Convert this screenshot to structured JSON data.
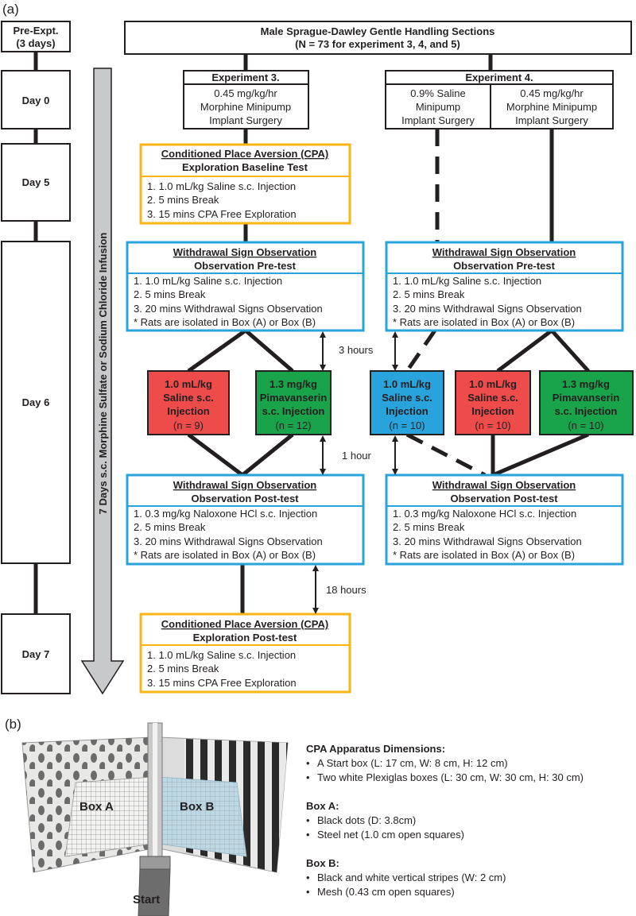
{
  "panel_a": {
    "label": "(a)",
    "timeline": {
      "pre": [
        "Pre-Expt.",
        "(3 days)"
      ],
      "day0": "Day 0",
      "day5": "Day 5",
      "day6": "Day 6",
      "day7": "Day 7"
    },
    "infusion_label": "7 Days s.c. Morphine Sulfate or Sodium Chloride Infusion",
    "header": [
      "Male Sprague-Dawley Gentle Handling Sections",
      "(N = 73 for experiment 3, 4, and 5)"
    ],
    "exp3": {
      "title": "Experiment 3.",
      "lines": [
        "0.45 mg/kg/hr",
        "Morphine Minipump",
        "Implant Surgery"
      ]
    },
    "exp4": {
      "title": "Experiment 4.",
      "left": [
        "0.9% Saline",
        "Minipump",
        "Implant Surgery"
      ],
      "right": [
        "0.45 mg/kg/hr",
        "Morphine Minipump",
        "Implant Surgery"
      ]
    },
    "cpa_baseline": {
      "title": "Conditioned Place Aversion (CPA)",
      "subtitle": "Exploration Baseline Test",
      "steps": [
        "1.  1.0 mL/kg Saline s.c. Injection",
        "2.  5 mins Break",
        "3.  15 mins CPA Free Exploration"
      ]
    },
    "wd_pretest": {
      "title": "Withdrawal Sign Observation",
      "subtitle": "Observation Pre-test",
      "steps": [
        "1.  1.0 mL/kg Saline s.c. Injection",
        "2.  5 mins Break",
        "3.  20 mins Withdrawal Signs Observation",
        "* Rats are isolated in Box (A) or Box (B)"
      ]
    },
    "wd_posttest": {
      "title": "Withdrawal Sign Observation",
      "subtitle": "Observation Post-test",
      "steps": [
        "1.  0.3 mg/kg Naloxone HCl s.c. Injection",
        "2.  5 mins Break",
        "3.  20 mins Withdrawal Signs Observation",
        "* Rats are isolated in Box (A) or Box (B)"
      ]
    },
    "cpa_posttest": {
      "title": "Conditioned Place Aversion (CPA)",
      "subtitle": "Exploration Post-test",
      "steps": [
        "1.  1.0 mL/kg Saline s.c. Injection",
        "2.  5 mins Break",
        "3.  15 mins CPA Free Exploration"
      ]
    },
    "groups": [
      {
        "lines": [
          "1.0 mL/kg",
          "Saline s.c.",
          "Injection"
        ],
        "n": "(n = 9)",
        "color": "#ee4b4b"
      },
      {
        "lines": [
          "1.3 mg/kg",
          "Pimavanserin",
          "s.c. Injection"
        ],
        "n": "(n = 12)",
        "color": "#19a34a"
      },
      {
        "lines": [
          "1.0 mL/kg",
          "Saline s.c.",
          "Injection"
        ],
        "n": "(n = 10)",
        "color": "#29a3dc"
      },
      {
        "lines": [
          "1.0 mL/kg",
          "Saline s.c.",
          "Injection"
        ],
        "n": "(n = 10)",
        "color": "#ee4b4b"
      },
      {
        "lines": [
          "1.3 mg/kg",
          "Pimavanserin",
          "s.c. Injection"
        ],
        "n": "(n = 10)",
        "color": "#19a34a"
      }
    ],
    "intervals": {
      "three_hours": "3 hours",
      "one_hour": "1 hour",
      "eighteen_hours": "18 hours"
    },
    "colors": {
      "cpa_border": "#fbb416",
      "withdrawal_border": "#29a3dc",
      "line": "#231f20",
      "infusion_arrow": "#c8c9cb"
    }
  },
  "panel_b": {
    "label": "(b)",
    "photo_labels": {
      "box_a": "Box A",
      "box_b": "Box B",
      "start": "Start"
    },
    "dimensions": {
      "title": "CPA Apparatus Dimensions:",
      "items": [
        "A Start box (L: 17 cm, W: 8 cm, H: 12 cm)",
        "Two white Plexiglas boxes (L: 30 cm, W: 30 cm, H: 30 cm)"
      ]
    },
    "box_a": {
      "title": "Box A:",
      "items": [
        "Black dots (D: 3.8cm)",
        "Steel net (1.0 cm open squares)"
      ]
    },
    "box_b": {
      "title": "Box B:",
      "items": [
        "Black and white vertical stripes (W: 2 cm)",
        "Mesh (0.43 cm open squares)"
      ]
    }
  }
}
